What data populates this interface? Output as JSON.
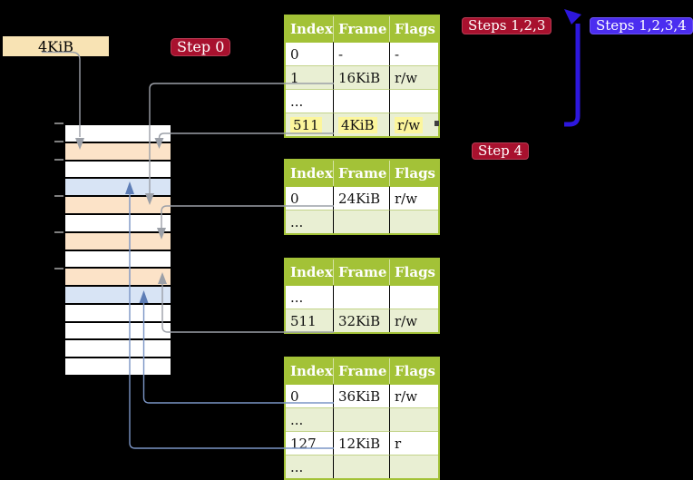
{
  "physical_memory_box": {
    "label": "4KiB"
  },
  "badges": {
    "step0": "Step 0",
    "steps123": "Steps 1,2,3",
    "steps1234": "Steps 1,2,3,4",
    "step4": "Step 4"
  },
  "page_tables": [
    {
      "headers": [
        "Index",
        "Frame",
        "Flags"
      ],
      "rows": [
        {
          "cells": [
            "0",
            "-",
            "-"
          ],
          "highlighted": false
        },
        {
          "cells": [
            "1",
            "16KiB",
            "r/w"
          ],
          "highlighted": false
        },
        {
          "cells": [
            "...",
            "",
            ""
          ],
          "highlighted": false
        },
        {
          "cells": [
            "511",
            "4KiB",
            "r/w"
          ],
          "highlighted": true
        }
      ]
    },
    {
      "headers": [
        "Index",
        "Frame",
        "Flags"
      ],
      "rows": [
        {
          "cells": [
            "0",
            "24KiB",
            "r/w"
          ],
          "highlighted": false
        },
        {
          "cells": [
            "...",
            "",
            ""
          ],
          "highlighted": false
        }
      ]
    },
    {
      "headers": [
        "Index",
        "Frame",
        "Flags"
      ],
      "rows": [
        {
          "cells": [
            "...",
            "",
            ""
          ],
          "highlighted": false
        },
        {
          "cells": [
            "511",
            "32KiB",
            "r/w"
          ],
          "highlighted": false
        }
      ]
    },
    {
      "headers": [
        "Index",
        "Frame",
        "Flags"
      ],
      "rows": [
        {
          "cells": [
            "0",
            "36KiB",
            "r/w"
          ],
          "highlighted": false
        },
        {
          "cells": [
            "...",
            "",
            ""
          ],
          "highlighted": false
        },
        {
          "cells": [
            "127",
            "12KiB",
            "r"
          ],
          "highlighted": false
        },
        {
          "cells": [
            "...",
            "",
            ""
          ],
          "highlighted": false
        }
      ]
    }
  ],
  "memory_stack": {
    "rows": [
      {
        "color": "#ffffff"
      },
      {
        "color": "#fce3c8"
      },
      {
        "color": "#ffffff"
      },
      {
        "color": "#d8e4f5"
      },
      {
        "color": "#fce3c8"
      },
      {
        "color": "#ffffff"
      },
      {
        "color": "#fce3c8"
      },
      {
        "color": "#ffffff"
      },
      {
        "color": "#fce3c8"
      },
      {
        "color": "#d8e4f5"
      },
      {
        "color": "#ffffff"
      },
      {
        "color": "#ffffff"
      },
      {
        "color": "#ffffff"
      },
      {
        "color": "#ffffff"
      }
    ]
  },
  "connectors": [
    {
      "from": "memory-box-4KiB",
      "to": "stack-row-2"
    },
    {
      "from": "table-1-row-1",
      "to": "stack-row-5"
    },
    {
      "from": "table-1-row-511",
      "to": "stack-row-2"
    },
    {
      "from": "table-2-row-0",
      "to": "stack-row-7"
    },
    {
      "from": "table-3-row-511",
      "to": "stack-row-9"
    },
    {
      "from": "table-4-row-0",
      "to": "stack-row-10"
    },
    {
      "from": "table-4-row-127",
      "to": "stack-row-4"
    },
    {
      "from": "table-1-row-511",
      "to": "table-1-top",
      "style": "thick-blue-loop"
    }
  ],
  "colors": {
    "background": "#000000",
    "table_header_green": "#a3c237",
    "table_row_green": "#e9efd3",
    "stack_orange": "#fce3c8",
    "stack_blue": "#d8e4f5",
    "memory_box_wheat": "#f8e3b4",
    "badge_red": "#a8112e",
    "badge_blue": "#4b2df0",
    "highlight_yellow": "#fcf69c",
    "connector_gray": "#9ca0a8",
    "connector_steel_blue": "#7b95c5",
    "arrow_thick_blue": "#2d17dd"
  }
}
